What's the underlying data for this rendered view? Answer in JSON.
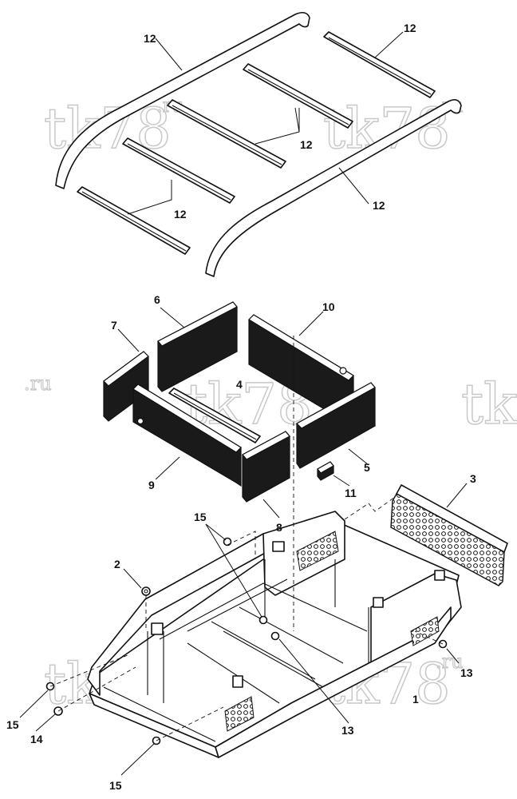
{
  "watermark": {
    "main": "tk78",
    "suffix": ".ru"
  },
  "callouts": {
    "c1": "1",
    "c2": "2",
    "c3": "3",
    "c4": "4",
    "c5": "5",
    "c6": "6",
    "c7": "7",
    "c8": "8",
    "c9": "9",
    "c10": "10",
    "c11": "11",
    "c12": "12",
    "c13": "13",
    "c14": "14",
    "c15": "15"
  },
  "colors": {
    "line": "#111111",
    "pad_fill": "#1a1a1a",
    "watermark": "#c9c9c9"
  }
}
